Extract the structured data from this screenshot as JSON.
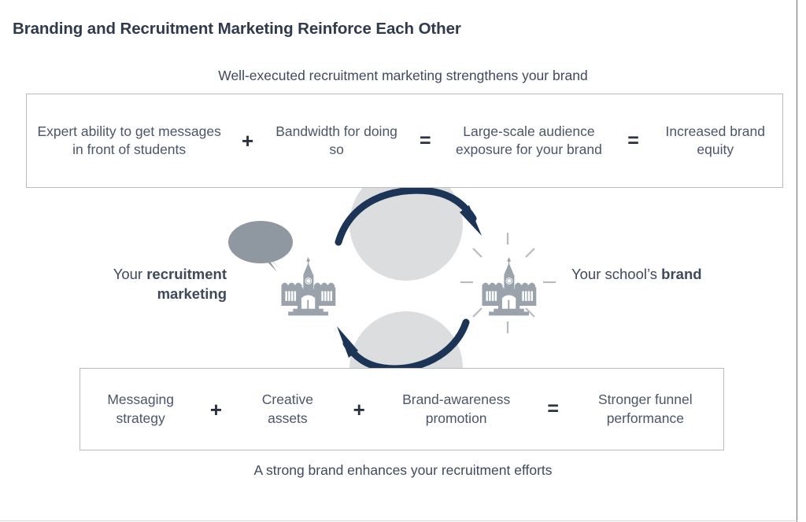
{
  "page": {
    "title": "Branding and Recruitment Marketing Reinforce Each Other"
  },
  "captions": {
    "top": "Well-executed recruitment marketing strengthens your brand",
    "bottom": "A strong brand enhances your recruitment efforts"
  },
  "top_equation": {
    "terms": [
      "Expert ability to get messages in front of students",
      "Bandwidth for doing so",
      "Large-scale audience exposure for your brand",
      "Increased brand equity"
    ],
    "operators": [
      "+",
      "=",
      "="
    ]
  },
  "bottom_equation": {
    "terms": [
      "Messaging strategy",
      "Creative assets",
      "Brand-awareness promotion",
      "Stronger funnel performance"
    ],
    "operators": [
      "+",
      "+",
      "="
    ]
  },
  "cycle": {
    "left_label_prefix": "Your ",
    "left_label_emphasis": "recruitment marketing",
    "right_label_prefix": "Your school’s ",
    "right_label_emphasis": "brand",
    "left_icon": "speech-bubble-icon",
    "left_building_icon": "school-building-icon",
    "right_building_icon": "school-building-shining-icon",
    "arrow_top": "clockwise-arrow-right",
    "arrow_bottom": "counterclockwise-arrow-left"
  },
  "colors": {
    "title": "#2f3b4d",
    "body_text": "#4a5668",
    "arrow_navy": "#1c3557",
    "icon_gray": "#9aa2ab",
    "circle_gray": "#dcdddf",
    "box_border": "#b8bcc2"
  }
}
